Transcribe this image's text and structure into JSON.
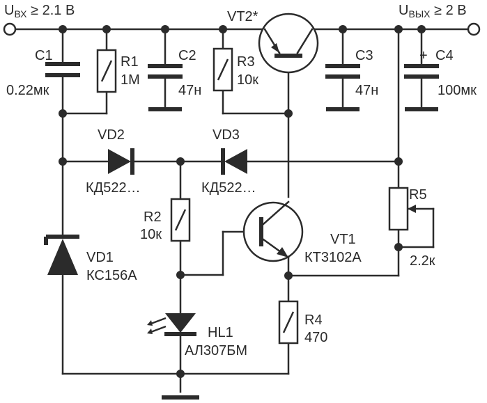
{
  "labels": {
    "vin": "U",
    "vin_sub": "ВХ",
    "vin_rest": " ≥ 2.1 В",
    "vout": "U",
    "vout_sub": "ВЫХ",
    "vout_rest": " ≥ 2 В",
    "vt2": "VT2*",
    "c1_name": "C1",
    "c1_value": "0.22мк",
    "r1_name": "R1",
    "r1_value": "1M",
    "c2_name": "C2",
    "c2_value": "47н",
    "r3_name": "R3",
    "r3_value": "10к",
    "c3_name": "C3",
    "c3_value": "47н",
    "c4_plus": "+",
    "c4_name": "C4",
    "c4_value": "100мк",
    "vd2_name": "VD2",
    "vd2_value": "КД522…",
    "vd3_name": "VD3",
    "vd3_value": "КД522…",
    "r5_name": "R5",
    "r5_value": "2.2к",
    "r2_name": "R2",
    "r2_value": "10к",
    "vt1_name": "VT1",
    "vt1_value": "КТ3102А",
    "vd1_name": "VD1",
    "vd1_value": "КС156А",
    "r4_name": "R4",
    "r4_value": "470",
    "hl1_name": "HL1",
    "hl1_value": "АЛ307БМ"
  },
  "colors": {
    "ink": "#2b2b2b",
    "background": "#ffffff"
  }
}
